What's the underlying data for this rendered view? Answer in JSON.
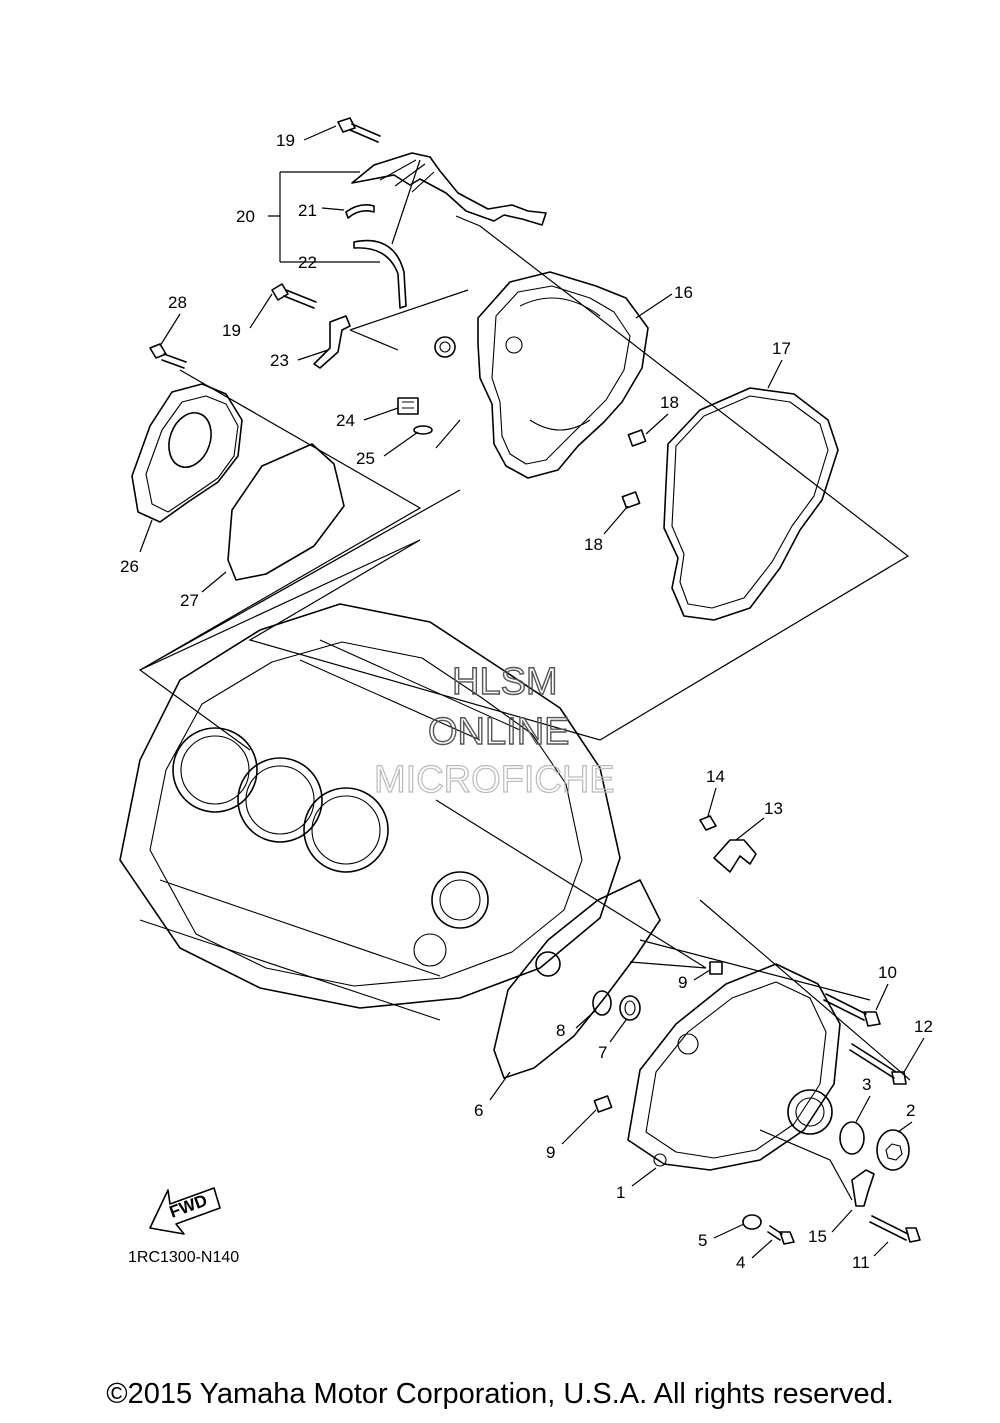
{
  "diagram": {
    "reference_code": "1RC1300-N140",
    "fwd_label": "FWD",
    "watermark": [
      "HLSM",
      "ONLINE",
      "MICROFICHE"
    ],
    "copyright": "©2015 Yamaha Motor Corporation, U.S.A. All rights reserved.",
    "callouts": {
      "c1": "1",
      "c2": "2",
      "c3": "3",
      "c4": "4",
      "c5": "5",
      "c6": "6",
      "c7": "7",
      "c8": "8",
      "c9a": "9",
      "c9b": "9",
      "c10": "10",
      "c11": "11",
      "c12": "12",
      "c13": "13",
      "c14": "14",
      "c15": "15",
      "c16": "16",
      "c17": "17",
      "c18a": "18",
      "c18b": "18",
      "c19a": "19",
      "c19b": "19",
      "c20": "20",
      "c21": "21",
      "c22": "22",
      "c23": "23",
      "c24": "24",
      "c25": "25",
      "c26": "26",
      "c27": "27",
      "c28": "28"
    }
  }
}
